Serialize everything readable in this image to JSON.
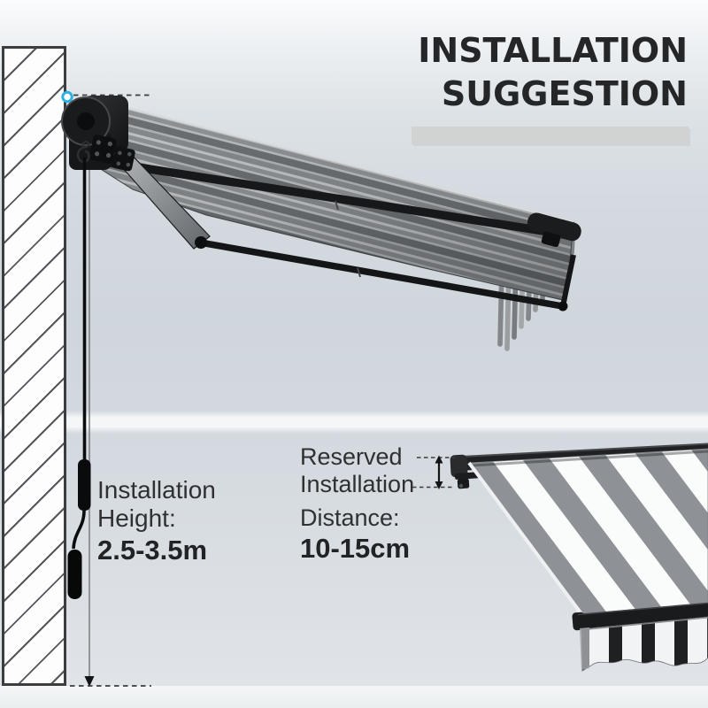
{
  "page": {
    "title_line1": "INSTALLATION",
    "title_line2": "SUGGESTION"
  },
  "annotations": {
    "installation_height": {
      "line1": "Installation",
      "line2": "Height:",
      "value": "2.5-3.5m"
    },
    "reserved_distance": {
      "line1": "Reserved",
      "line2": "Installation",
      "line3": "Distance:",
      "value": "10-15cm"
    }
  },
  "markers": {
    "wall_mount_marker": "cyan-dot-marker",
    "height_measure": "down-arrow-measure-line",
    "distance_measure": "double-headed-arrow"
  },
  "colors": {
    "accent_cyan": "#2cb1e1",
    "title_text": "#242628",
    "body_text": "#2e3032",
    "title_bar": "#d1d2d2",
    "background_mid": "#cfd6dc",
    "background_floor": "#f3f5f6",
    "wall_fill": "#fdfdfe",
    "wall_border": "#3b3d3f",
    "frame_black": "#17181a",
    "fabric_dark_stripe": "#6c7073",
    "fabric_light_stripe": "#c3c5c7",
    "awning2_white_stripe": "#fafbfb",
    "awning2_gray_stripe": "#8e9296",
    "valance_black_stripe": "#1f2021"
  }
}
